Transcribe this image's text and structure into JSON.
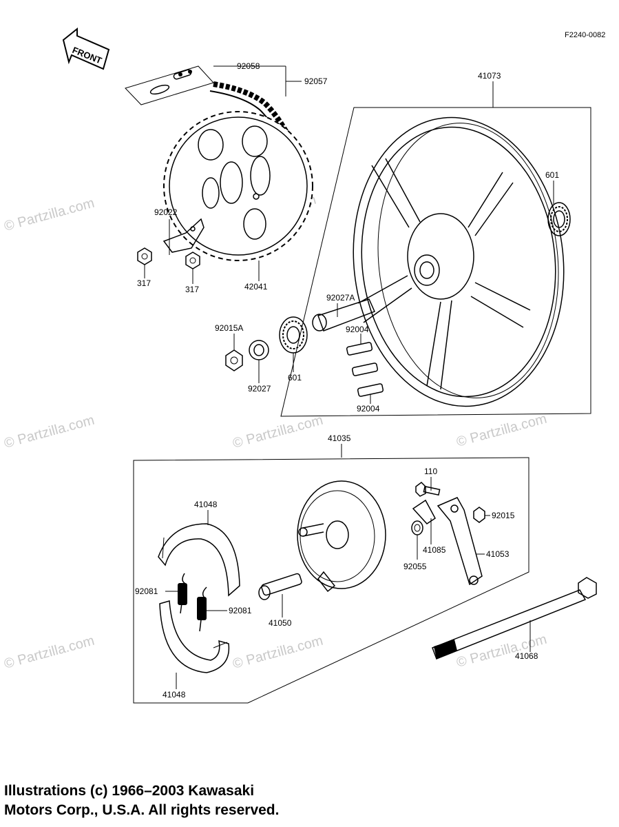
{
  "figure_code": "F2240-0082",
  "front_label": "FRONT",
  "watermark": "© Partzilla.com",
  "copyright": {
    "line1": "Illustrations (c) 1966–2003 Kawasaki",
    "line2": "Motors Corp., U.S.A.  All rights reserved."
  },
  "parts": {
    "p92058": "92058",
    "p92057": "92057",
    "p41073": "41073",
    "p601a": "601",
    "p92022": "92022",
    "p317a": "317",
    "p317b": "317",
    "p42041": "42041",
    "p92027A": "92027A",
    "p92004a": "92004",
    "p92015A": "92015A",
    "p601b": "601",
    "p92027": "92027",
    "p92004b": "92004",
    "p41035": "41035",
    "p110": "110",
    "p41048a": "41048",
    "p92015": "92015",
    "p41085": "41085",
    "p41053": "41053",
    "p92055": "92055",
    "p92081a": "92081",
    "p92081b": "92081",
    "p41050": "41050",
    "p41068": "41068",
    "p41048b": "41048"
  }
}
